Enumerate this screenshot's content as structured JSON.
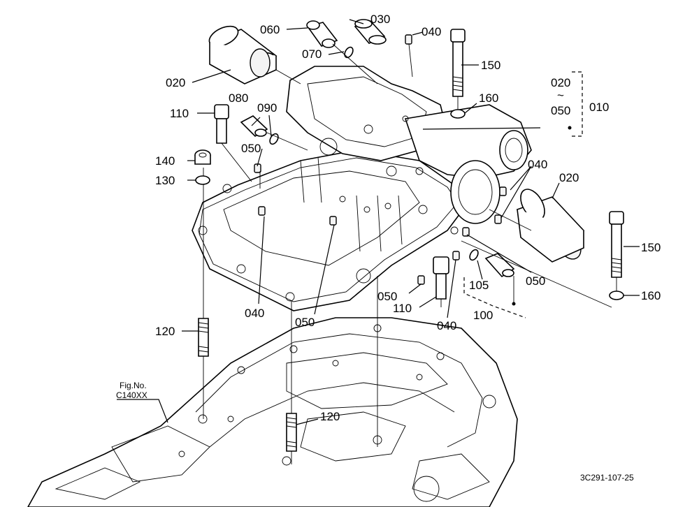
{
  "labels": {
    "p060": "060",
    "p030": "030",
    "p040_top": "040",
    "p070": "070",
    "p020_top": "020",
    "p150_top": "150",
    "p080": "080",
    "p090": "090",
    "p160_top": "160",
    "p110_top": "110",
    "p050_top": "050",
    "p140": "140",
    "p130": "130",
    "p040_right": "040",
    "p020_right": "020",
    "p150_right": "150",
    "p105": "105",
    "p050_right": "050",
    "p160_right": "160",
    "p040_mid": "040",
    "p050_mid": "050",
    "p050_low": "050",
    "p110_low": "110",
    "p040_low": "040",
    "p100": "100",
    "p120_left": "120",
    "p120_bottom": "120"
  },
  "range_group": {
    "from": "020",
    "tilde": "~",
    "to": "050",
    "assembly": "010"
  },
  "fig_ref": {
    "line1": "Fig.No.",
    "line2": "C140XX"
  },
  "drawing_code": "3C291-107-25"
}
